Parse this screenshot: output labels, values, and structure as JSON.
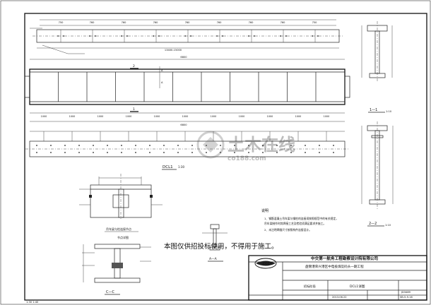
{
  "beam_plan": {
    "top_dims": [
      "750",
      "760",
      "760",
      "760",
      "760",
      "760",
      "760",
      "760",
      "750"
    ],
    "bottom_dims": [
      "1000",
      "1000",
      "1000",
      "1000",
      "1000",
      "1000",
      "1000",
      "1000",
      "1000",
      "1000",
      "1000"
    ],
    "total_length": "6800",
    "mid_span_label": "13400-15000",
    "beam_id": "DCL1",
    "beam_scale": "1:30",
    "section_marks": [
      "2",
      "2",
      "1",
      "1"
    ]
  },
  "section_views": {
    "section_1_label": "1—1",
    "section_1_scale": "1:10",
    "section_2_label": "2—2",
    "section_2_scale": "1:10",
    "section_a_label": "A—A",
    "section_c_label": "C—C"
  },
  "detail_labels": {
    "left_detail_title": "吊车梁与柱连接节点",
    "connection_title": "节点详图"
  },
  "notes": {
    "heading": "说明",
    "items": [
      "1、钢筋混凝土吊车梁与钢柱的连接须按照规范中的有关规定，",
      "   吊车梁制作时其焊接工艺及检验须满足要求并施工。",
      "2、未注明焊缝尺寸按照构件连接设计。"
    ]
  },
  "watermark": {
    "text": "土木在线",
    "url": "co188.com",
    "usage_note": "本图仅供招投标使用，不得用于施工。"
  },
  "title_block": {
    "company": "中交第一航务工程勘察设计院有限公司",
    "project": "盘锦港荣兴港区中电投煤炭码头一期工程",
    "drawing_title": "DCL1详图",
    "stage": "招标阶段",
    "date": "2013.06.22",
    "drawing_no": "JD3489",
    "sheet_ref": "SB-5-9-16"
  },
  "corner_note": "1:30 1:40"
}
